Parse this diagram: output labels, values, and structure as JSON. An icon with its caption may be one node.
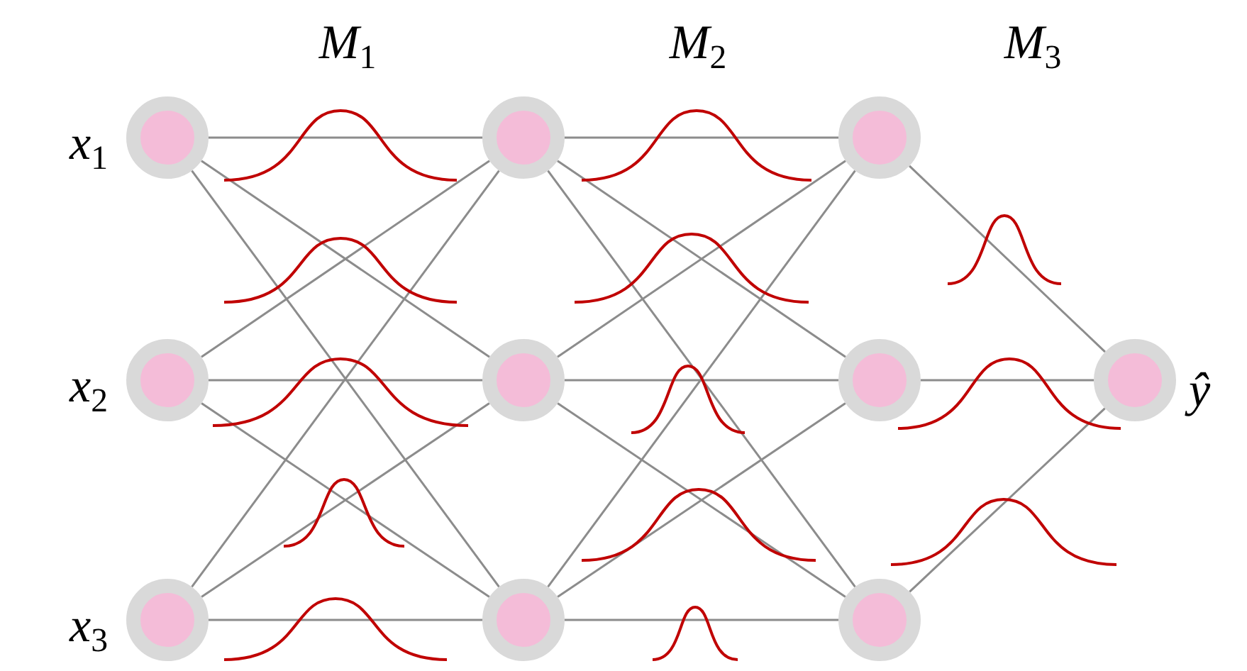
{
  "diagram": {
    "nodes": [
      {
        "text": [],
        "shape": "circle",
        "beside": [
          "*x*$_{1}$"
        ]
      },
      {
        "text": [],
        "shape": "circle",
        "beside": [
          "*x*$_{2}$"
        ]
      },
      {
        "text": [],
        "shape": "circle",
        "beside": [
          "*x*$_{3}$"
        ]
      },
      {
        "text": [],
        "shape": "circle"
      },
      {
        "text": [],
        "shape": "circle"
      },
      {
        "text": [],
        "shape": "circle"
      },
      {
        "text": [],
        "shape": "circle"
      },
      {
        "text": [],
        "shape": "circle"
      },
      {
        "text": [],
        "shape": "circle"
      },
      {
        "text": [],
        "shape": "circle",
        "beside": [
          "*ŷ*"
        ]
      }
    ],
    "edges": [
      {
        "from": 0,
        "to": 3,
        "arrow": "none"
      },
      {
        "from": 0,
        "to": 4,
        "arrow": "none"
      },
      {
        "from": 0,
        "to": 5,
        "arrow": "none"
      },
      {
        "from": 1,
        "to": 3,
        "arrow": "none"
      },
      {
        "from": 1,
        "to": 4,
        "arrow": "none"
      },
      {
        "from": 1,
        "to": 5,
        "arrow": "none"
      },
      {
        "from": 2,
        "to": 3,
        "arrow": "none"
      },
      {
        "from": 2,
        "to": 4,
        "arrow": "none"
      },
      {
        "from": 2,
        "to": 5,
        "arrow": "none"
      },
      {
        "from": 3,
        "to": 6,
        "arrow": "none"
      },
      {
        "from": 3,
        "to": 7,
        "arrow": "none"
      },
      {
        "from": 3,
        "to": 8,
        "arrow": "none"
      },
      {
        "from": 4,
        "to": 6,
        "arrow": "none"
      },
      {
        "from": 4,
        "to": 7,
        "arrow": "none"
      },
      {
        "from": 4,
        "to": 8,
        "arrow": "none"
      },
      {
        "from": 5,
        "to": 6,
        "arrow": "none"
      },
      {
        "from": 5,
        "to": 7,
        "arrow": "none"
      },
      {
        "from": 5,
        "to": 8,
        "arrow": "none"
      },
      {
        "from": 6,
        "to": 9,
        "arrow": "none"
      },
      {
        "from": 7,
        "to": 9,
        "arrow": "none"
      },
      {
        "from": 8,
        "to": 9,
        "arrow": "none"
      }
    ],
    "labels": [
      "*M*$_{1}$",
      "*M*$_{2}$",
      "*M*$_{3}$"
    ]
  }
}
